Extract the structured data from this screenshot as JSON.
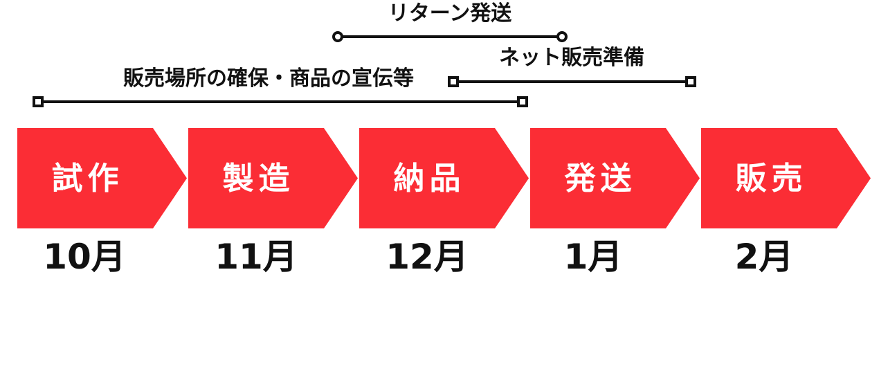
{
  "canvas": {
    "background": "#ffffff"
  },
  "annotations": [
    {
      "label": "リターン発送",
      "endpoint": "circle"
    },
    {
      "label": "ネット販売準備",
      "endpoint": "square"
    },
    {
      "label": "販売場所の確保・商品の宣伝等",
      "endpoint": "square"
    }
  ],
  "stages": [
    {
      "name": "試作",
      "month": "10月"
    },
    {
      "name": "製造",
      "month": "11月"
    },
    {
      "name": "納品",
      "month": "12月"
    },
    {
      "name": "発送",
      "month": "1月"
    },
    {
      "name": "販売",
      "month": "2月"
    }
  ],
  "colors": {
    "arrow": "#FB2D35",
    "arrow_text": "#ffffff",
    "line": "#111111",
    "label_text": "#111111"
  }
}
